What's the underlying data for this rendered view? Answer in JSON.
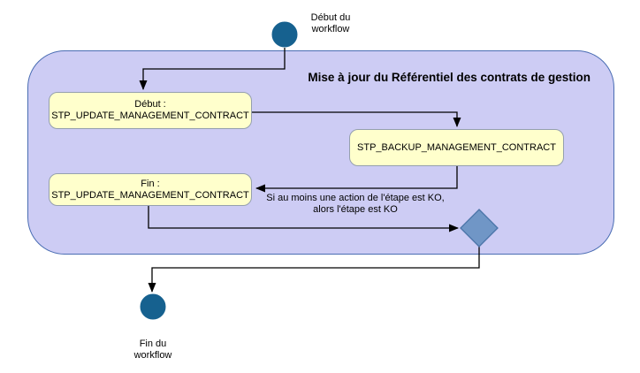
{
  "diagram": {
    "title": "Mise à jour du Référentiel des contrats de gestion",
    "start": {
      "label_line1": "Début du",
      "label_line2": "workflow"
    },
    "end": {
      "label_line1": "Fin du",
      "label_line2": "workflow"
    },
    "steps": {
      "update_start": {
        "line1": "Début :",
        "line2": "STP_UPDATE_MANAGEMENT_CONTRACT"
      },
      "backup": {
        "line1": "STP_BACKUP_MANAGEMENT_CONTRACT"
      },
      "update_end": {
        "line1": "Fin :",
        "line2": "STP_UPDATE_MANAGEMENT_CONTRACT"
      }
    },
    "note": {
      "line1": "Si au moins une action de l'étape est KO,",
      "line2": "alors l'étape est KO"
    },
    "colors": {
      "container_fill": "#cdccf4",
      "container_border": "#4a6db3",
      "step_fill": "#ffffcc",
      "step_border": "#95a0ae",
      "node_fill": "#16618f",
      "decision_fill": "#7096c6",
      "decision_border": "#4a74a8",
      "edge": "#000000",
      "title_color": "#000000"
    }
  }
}
